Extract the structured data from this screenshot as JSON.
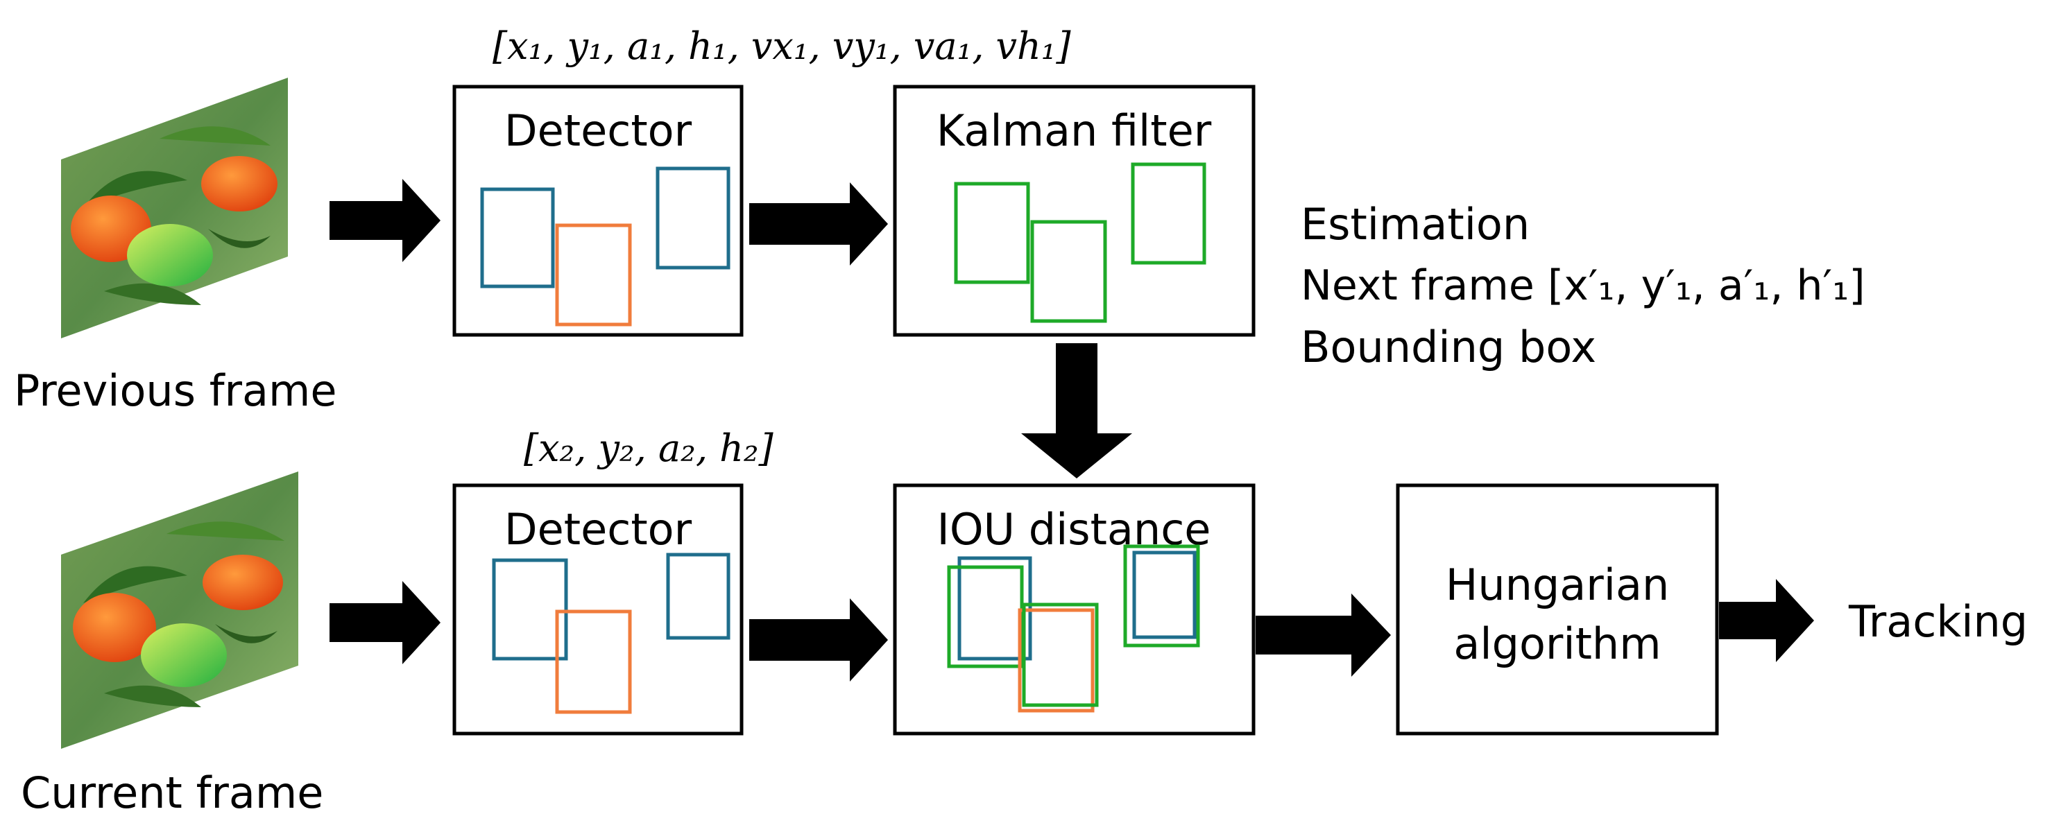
{
  "previous_frame": {
    "label": "Previous frame"
  },
  "current_frame": {
    "label": "Current frame"
  },
  "detector_top": {
    "title": "Detector",
    "state_vector": "[x₁, y₁, a₁, h₁, vx₁, vy₁, va₁, vh₁]"
  },
  "kalman": {
    "title": "Kalman filter"
  },
  "estimation": {
    "line1": "Estimation",
    "line2": "Next frame [x′₁, y′₁, a′₁, h′₁]",
    "line3": "Bounding box"
  },
  "detector_bottom": {
    "title": "Detector",
    "state_vector": "[x₂, y₂, a₂, h₂]"
  },
  "iou": {
    "title": "IOU distance"
  },
  "hungarian": {
    "line1": "Hungarian",
    "line2": "algorithm"
  },
  "tracking": {
    "label": "Tracking"
  },
  "colors": {
    "box_blue": "#1f6e8c",
    "box_orange": "#f07c3c",
    "box_green": "#1eaa28",
    "arrow": "#000000"
  }
}
